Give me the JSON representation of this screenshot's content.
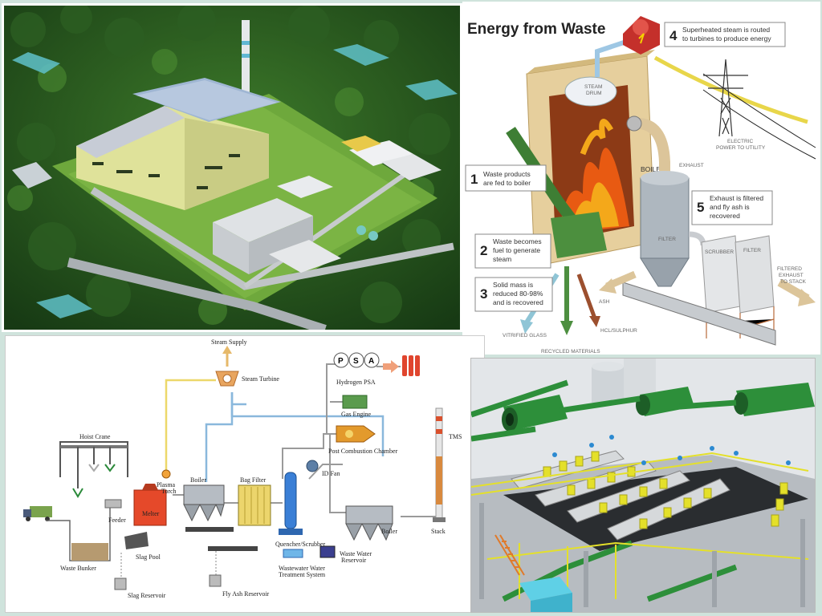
{
  "energy": {
    "title": "Energy from Waste",
    "steps": [
      {
        "num": "1",
        "lines": [
          "Waste products",
          "are fed to boiler"
        ]
      },
      {
        "num": "2",
        "lines": [
          "Waste becomes",
          "fuel to generate",
          "steam"
        ]
      },
      {
        "num": "3",
        "lines": [
          "Solid mass is",
          "reduced 80-98%",
          "and is recovered"
        ]
      },
      {
        "num": "4",
        "lines": [
          "Superheated steam is routed",
          "to turbines to produce energy"
        ]
      },
      {
        "num": "5",
        "lines": [
          "Exhaust is filtered",
          "and fly ash is",
          "recovered"
        ]
      }
    ],
    "labels": {
      "steam_drum": [
        "STEAM",
        "DRUM"
      ],
      "boiler": "BOILER",
      "exhaust": "EXHAUST",
      "filter": "FILTER",
      "scrubber": "SCRUBBER",
      "filter2": "FILTER",
      "electric": [
        "ELECTRIC",
        "POWER TO UTILITY"
      ],
      "filtered": [
        "FILTERED",
        "EXHAUST",
        "TO STACK"
      ],
      "ash": "ASH",
      "vitrified": "VITRIFIED GLASS",
      "hcl": "HCL/SULPHUR",
      "recycled": "RECYCLED MATERIALS"
    }
  },
  "plasma": {
    "labels": {
      "steam_supply": "Steam Supply",
      "steam_turbine": "Steam Turbine",
      "hydrogen_psa": "Hydrogen PSA",
      "psa": [
        "P",
        "S",
        "A"
      ],
      "gas_engine": "Gas Engine",
      "post_combustion": "Post Combustion Chamber",
      "id_fan": "ID Fan",
      "tms": "TMS",
      "hoist_crane": "Hoist Crane",
      "feeder": "Feeder",
      "plasma_torch": [
        "Plasma",
        "Torch"
      ],
      "melter": "Melter",
      "boiler_left": "Boiler",
      "bag_filter": "Bag Filter",
      "quencher": "Quencher/Scrubber",
      "boiler_right": "Boiler",
      "stack": "Stack",
      "waste_bunker": "Waste Bunker",
      "slag_pool": "Slag Pool",
      "slag_reservoir": "Slag Reservoir",
      "fly_ash_reservoir": "Fly Ash Reservoir",
      "wwts": [
        "Wastewater Water",
        "Treatment System"
      ],
      "wwr": [
        "Waste Water",
        "Reservoir"
      ]
    }
  },
  "colors": {
    "steam_blue": "#8ab8dc",
    "steam_yellow": "#ecd86a",
    "boiler_tan": "#e6cf9d",
    "arrow_yellow": "#e8d64a",
    "green_machine": "#2d8f3a",
    "safety_yellow": "#e4e02a"
  }
}
